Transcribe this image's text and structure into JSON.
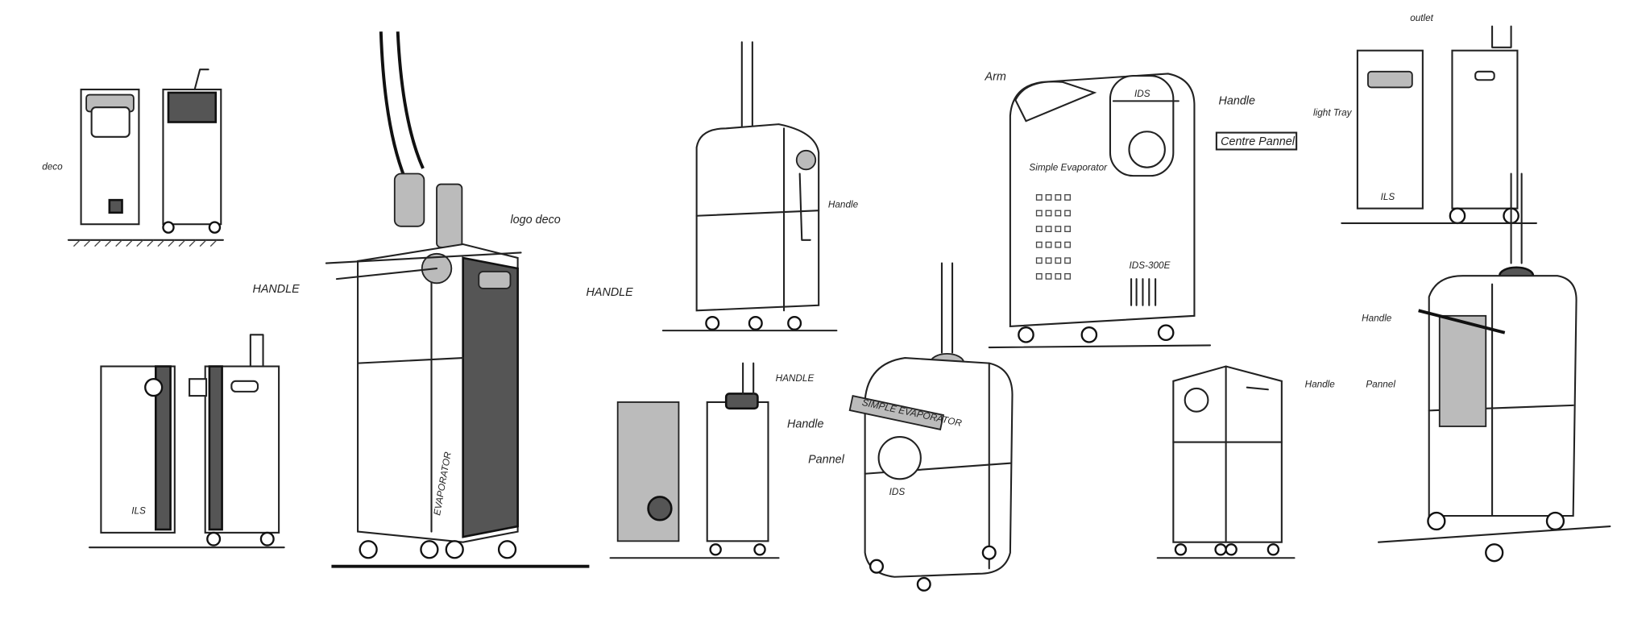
{
  "sheet": {
    "labels": {
      "deco": "deco",
      "handle_left": "HANDLE",
      "logo_deco": "logo deco",
      "handle_right": "HANDLE",
      "handle_suitcase": "Handle",
      "handle_small": "HANDLE",
      "arm": "Arm",
      "handle_main": "Handle",
      "centre_panel": "Centre Pannel",
      "simple_evaporator_text": "Simple Evaporator",
      "model": "IDS-300E",
      "brand": "IDS",
      "handle_front": "Handle",
      "panel_front": "Pannel",
      "simple_evaporator_bar": "SIMPLE EVAPORATOR",
      "brand_front": "IDS",
      "handle_box": "Handle",
      "outlet": "outlet",
      "light_tray": "light Tray",
      "brand_tr": "ILS",
      "handle_far": "Handle",
      "panel_far": "Pannel",
      "evaporator_side": "EVAPORATOR",
      "brand_bl": "ILS"
    }
  }
}
